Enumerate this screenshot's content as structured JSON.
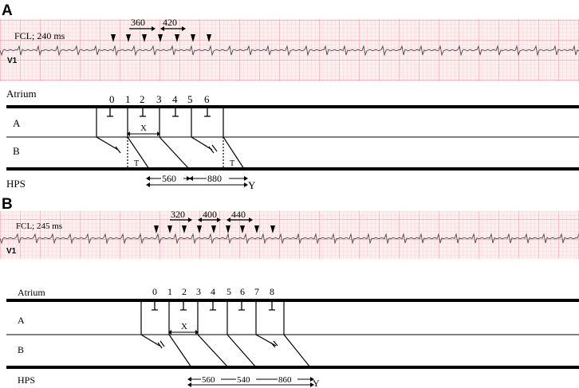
{
  "panels": [
    {
      "letter": "A",
      "ecg": {
        "fcl": "FCL; 240 ms",
        "lead": "V1",
        "intervals": [
          "360",
          "420"
        ]
      },
      "ladder": {
        "levels": [
          "Atrium",
          "A",
          "B",
          "HPS"
        ],
        "beats": [
          "0",
          "1",
          "2",
          "3",
          "4",
          "5",
          "6"
        ],
        "x_label": "X",
        "t_labels": [
          "T",
          "T"
        ],
        "hps_intervals": [
          "560",
          "880"
        ],
        "y_label": "Y"
      }
    },
    {
      "letter": "B",
      "ecg": {
        "fcl": "FCL; 245 ms",
        "lead": "V1",
        "intervals": [
          "320",
          "400",
          "440"
        ]
      },
      "ladder": {
        "levels": [
          "Atrium",
          "A",
          "B",
          "HPS"
        ],
        "beats": [
          "0",
          "1",
          "2",
          "3",
          "4",
          "5",
          "6",
          "7",
          "8"
        ],
        "x_label": "X",
        "hps_intervals": [
          "560",
          "540",
          "860"
        ],
        "y_label": "Y"
      }
    }
  ],
  "colors": {
    "ecg_grid_minor": "#f4c6cc",
    "ecg_grid_major": "#e98e99",
    "ecg_background": "#fdeef0",
    "trace": "#4a4a4a",
    "ink": "#000000"
  }
}
